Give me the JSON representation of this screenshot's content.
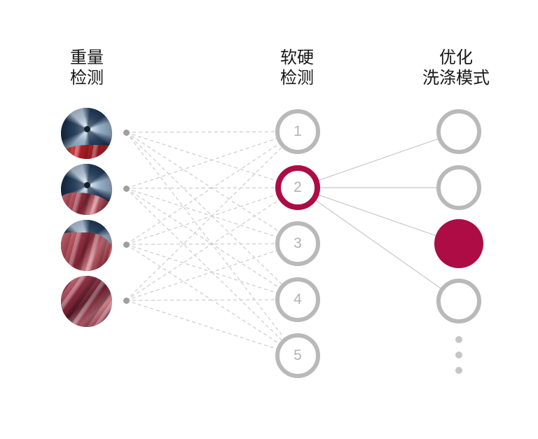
{
  "columns": [
    {
      "id": "weight-detection",
      "lines": [
        "重量",
        "检测"
      ]
    },
    {
      "id": "softness-detection",
      "lines": [
        "软硬",
        "检测"
      ]
    },
    {
      "id": "optimized-wash-mode",
      "lines": [
        "优化",
        "洗涤模式"
      ]
    }
  ],
  "input_nodes": [
    {
      "name": "laundry-photo-1",
      "desc": "drum photo, small red cloth at bottom"
    },
    {
      "name": "laundry-photo-2",
      "desc": "drum photo, cloth filling lower half"
    },
    {
      "name": "laundry-photo-3",
      "desc": "drum photo, cloth filling most of drum"
    },
    {
      "name": "laundry-photo-4",
      "desc": "photo fully covered by red cloth"
    }
  ],
  "hidden_nodes": [
    {
      "label": "1",
      "active": false
    },
    {
      "label": "2",
      "active": true
    },
    {
      "label": "3",
      "active": false
    },
    {
      "label": "4",
      "active": false
    },
    {
      "label": "5",
      "active": false
    }
  ],
  "output_nodes": [
    {
      "filled": false
    },
    {
      "filled": false
    },
    {
      "filled": true
    },
    {
      "filled": false
    }
  ],
  "edges": {
    "dashed": [
      [
        0,
        0
      ],
      [
        0,
        1
      ],
      [
        0,
        2
      ],
      [
        0,
        3
      ],
      [
        0,
        4
      ],
      [
        1,
        0
      ],
      [
        1,
        1
      ],
      [
        1,
        2
      ],
      [
        1,
        3
      ],
      [
        1,
        4
      ],
      [
        2,
        0
      ],
      [
        2,
        1
      ],
      [
        2,
        2
      ],
      [
        2,
        3
      ],
      [
        2,
        4
      ],
      [
        3,
        0
      ],
      [
        3,
        1
      ],
      [
        3,
        2
      ],
      [
        3,
        3
      ],
      [
        3,
        4
      ]
    ],
    "solid": [
      [
        1,
        0
      ],
      [
        1,
        1
      ],
      [
        1,
        2
      ],
      [
        1,
        3
      ]
    ]
  },
  "colors": {
    "accent": "#ad0c45",
    "ring": "#b9b9b9",
    "number": "#b3b3b3",
    "dash": "#cbcbcb",
    "line": "#c8c8c8",
    "text": "#171717",
    "dot": "#9f9f9f",
    "ellipsis": "#c6c6c6"
  }
}
